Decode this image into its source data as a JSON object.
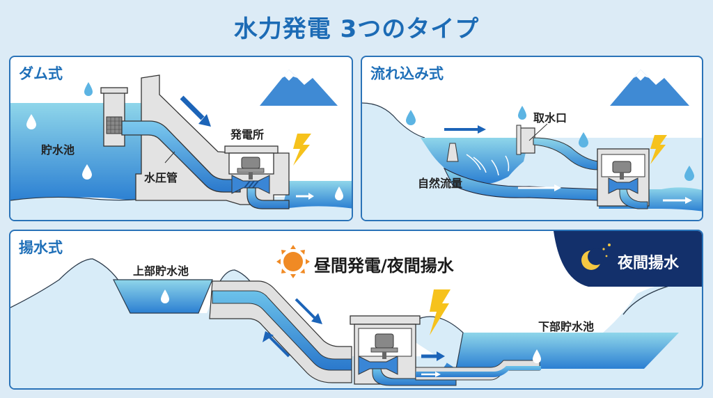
{
  "title": "水力発電 3つのタイプ",
  "colors": {
    "title": "#1c6bb5",
    "panel_border": "#2a73b8",
    "water_light": "#7fcde6",
    "water_dark": "#2a7ed0",
    "ground": "#d6ebf7",
    "structure": "#e3e3e3",
    "bolt": "#f6c21c",
    "sun": "#f08a24",
    "night": "#13306b",
    "moon": "#f5c842"
  },
  "panels": {
    "dam": {
      "title": "ダム式",
      "labels": {
        "reservoir": "貯水池",
        "penstock": "水圧管",
        "powerhouse": "発電所"
      },
      "icons": [
        "water-drop-icon",
        "mountain-icon",
        "lightning-icon",
        "flow-arrow-icon"
      ]
    },
    "run_of_river": {
      "title": "流れ込み式",
      "labels": {
        "intake": "取水口",
        "natural_flow": "自然流量"
      },
      "icons": [
        "water-drop-icon",
        "mountain-icon",
        "lightning-icon",
        "flow-arrow-icon"
      ]
    },
    "pumped_storage": {
      "title": "揚水式",
      "labels": {
        "upper_reservoir": "上部貯水池",
        "lower_reservoir": "下部貯水池",
        "day_night": "昼間発電/夜間揚水",
        "night_pumping": "夜間揚水"
      },
      "icons": [
        "sun-icon",
        "moon-icon",
        "star-icon",
        "lightning-icon",
        "flow-arrow-icon",
        "water-drop-icon"
      ]
    }
  }
}
